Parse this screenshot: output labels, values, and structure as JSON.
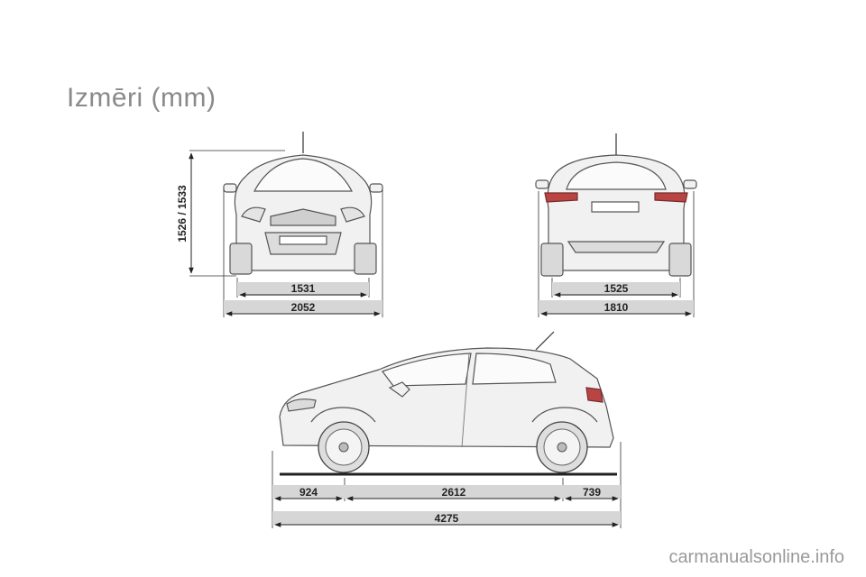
{
  "title": "Izmēri (mm)",
  "front_view": {
    "height_label": "1526 / 1533",
    "track_label": "1531",
    "width_label": "2052"
  },
  "rear_view": {
    "track_label": "1525",
    "width_label": "1810"
  },
  "side_view": {
    "front_overhang_label": "924",
    "wheelbase_label": "2612",
    "rear_overhang_label": "739",
    "length_label": "4275"
  },
  "watermark": "carmanualsonline.info"
}
